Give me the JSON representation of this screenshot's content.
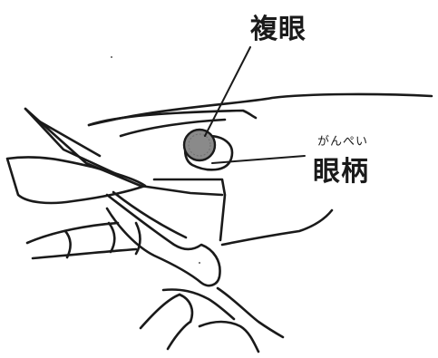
{
  "labels": {
    "compound_eye": "複眼",
    "eyestalk": "眼柄",
    "eyestalk_reading": "がんぺい"
  },
  "colors": {
    "ink": "#1a1a1a",
    "eye_fill": "#8a8a8a",
    "background": "#ffffff"
  }
}
